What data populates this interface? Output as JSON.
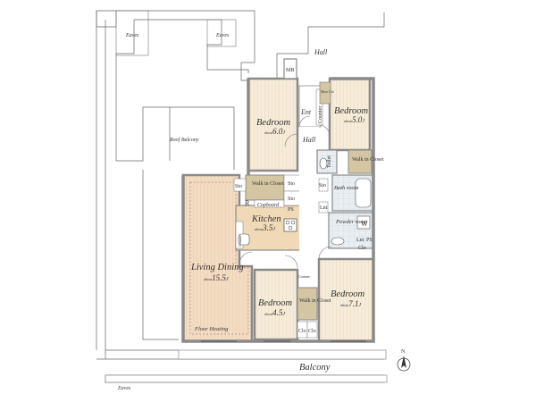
{
  "labels": {
    "eaves_top_left": "Eaves",
    "eaves_top_right": "Eaves",
    "eaves_bottom": "Eaves",
    "hall_outer": "Hall",
    "hall_inner": "Hall",
    "roof_balcony": "Roof Balcony",
    "balcony": "Balcony",
    "mb": "MB",
    "ent": "Ent",
    "counter_ent": "Counter",
    "shoe_clo": "Shoe Clo",
    "toilet": "Toilet",
    "bath_room": "Bath room",
    "powder_room": "Powder room",
    "w": "W",
    "lnt_hall": "Lnt",
    "lnt_powder": "Lnt",
    "ps_powder": "PS",
    "clo_powder": "Clo",
    "sto_hall": "Sto",
    "sto_kitchen_left": "Sto",
    "sto_a": "Sto",
    "sto_b": "Sto",
    "ps_kitchen": "PS",
    "r": "R",
    "cupboard": "Cupboard",
    "counter_kitchen": "Counter",
    "counter_corridor": "Counter",
    "floor_heating": "Floor Heating",
    "clo_a": "Clo",
    "clo_b": "Clo",
    "north": "N"
  },
  "rooms": {
    "bedroom_top": {
      "name": "Bedroom",
      "size": "6.0"
    },
    "bedroom_right": {
      "name": "Bedroom",
      "size": "5.0"
    },
    "walkin_right": {
      "name": "Walk in Closet"
    },
    "walkin_kitchen": {
      "name": "Walk in Closet"
    },
    "kitchen": {
      "name": "Kitchen",
      "size": "3.5"
    },
    "living_dining": {
      "name": "Living Dining",
      "size": "15.5"
    },
    "bedroom_mid": {
      "name": "Bedroom",
      "size": "4.5"
    },
    "walkin_mid": {
      "name": "Walk in Closet"
    },
    "bedroom_bottom_right": {
      "name": "Bedroom",
      "size": "7.1"
    }
  },
  "unit_prefix": "about",
  "unit_suffix": "J",
  "colors": {
    "wall": "#8a8a8a",
    "floor_wood": "#f6ebd8",
    "floor_living": "#f3dcc4",
    "closet": "#d4c6a2",
    "kitchen": "#efd9b6",
    "tile_bath": "#d6e4ee",
    "line": "#555555"
  }
}
